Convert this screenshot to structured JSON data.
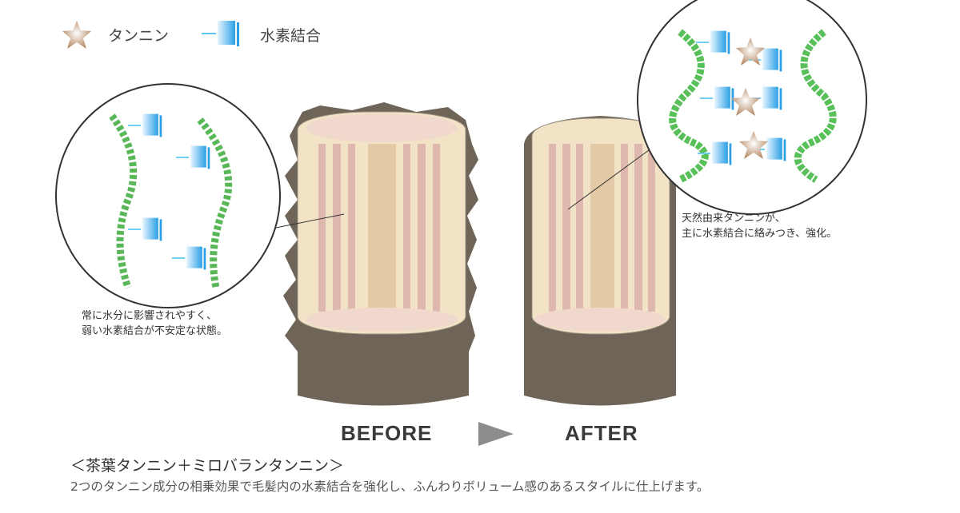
{
  "legend": {
    "tannin_icon": "star-icon",
    "tannin_label": "タンニン",
    "hbond_icon": "hydrogen-bond-icon",
    "hbond_label": "水素結合"
  },
  "before": {
    "label": "BEFORE",
    "caption_line1": "常に水分に影響されやすく、",
    "caption_line2": "弱い水素結合が不安定な状態。"
  },
  "after": {
    "label": "AFTER",
    "caption_line1": "天然由来タンニンが、",
    "caption_line2": "主に水素結合に絡みつき、強化。"
  },
  "footer": {
    "title": "＜茶葉タンニン＋ミロバランタンニン＞",
    "description": "2つのタンニン成分の相乗効果で毛髪内の水素結合を強化し、ふんわりボリューム感のあるスタイルに仕上げます。"
  },
  "colors": {
    "cuticle": "#6e6558",
    "cortex": "#f3e3c6",
    "stripe": "#d9aeaa",
    "helix": "#5cc15c",
    "bond": "#2ea8e8",
    "star": "#c89f80"
  }
}
